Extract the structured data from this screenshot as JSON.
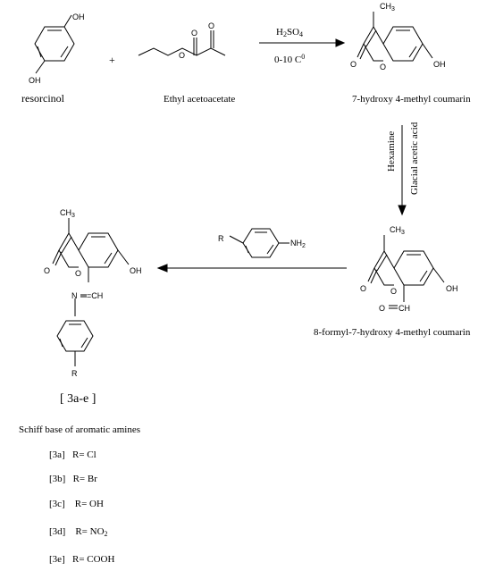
{
  "names": {
    "resorcinol": "resorcinol",
    "eaa": "Ethyl acetoacetate",
    "coumarin": "7-hydroxy 4-methyl coumarin",
    "formyl": "8-formyl-7-hydroxy 4-methyl coumarin",
    "schiff_caption": "Schiff base of aromatic amines",
    "schiff_code": "3a-e"
  },
  "reaction1": {
    "reagent_main": "H",
    "reagent_sub1": "2",
    "reagent_mid": "SO",
    "reagent_sub2": "4",
    "cond_main": "0-10 C",
    "cond_sup": "0"
  },
  "reaction2": {
    "reagent_a": "Hexamine",
    "reagent_b": "Glacial acetic acid"
  },
  "plus": "+",
  "atoms": {
    "oh": "OH",
    "o": "O",
    "ch3": "CH",
    "ch3_sub": "3",
    "ch": "CH",
    "ch_eq": "=CH",
    "n": "N",
    "r": "R",
    "nh2": "NH",
    "nh2_sub": "2"
  },
  "substituents": [
    {
      "code": "3a",
      "prefix": "R= ",
      "group": "Cl",
      "sub": "",
      "tail": ""
    },
    {
      "code": "3b",
      "prefix": "R= ",
      "group": "Br",
      "sub": "",
      "tail": ""
    },
    {
      "code": "3c",
      "prefix": "R= ",
      "group": "OH",
      "sub": "",
      "tail": ""
    },
    {
      "code": "3d",
      "prefix": "R= ",
      "group": "NO",
      "sub": "2",
      "tail": ""
    },
    {
      "code": "3e",
      "prefix": "R= ",
      "group": "COOH",
      "sub": "",
      "tail": ""
    }
  ]
}
